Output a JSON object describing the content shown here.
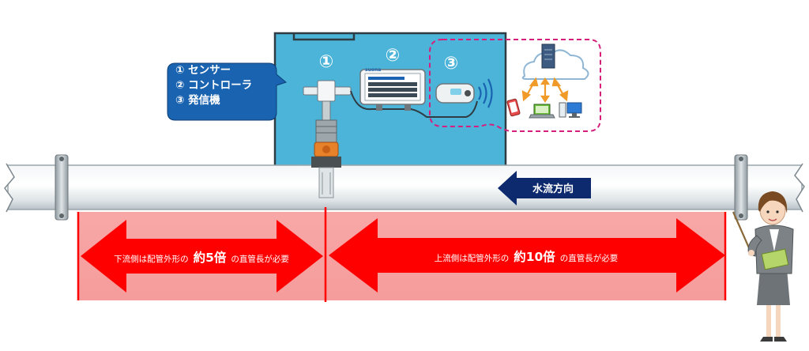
{
  "callout": {
    "items": [
      "① センサー",
      "② コントローラ",
      "③ 発信機"
    ]
  },
  "device_numbers": [
    "①",
    "②",
    "③"
  ],
  "controller_brand": "suona",
  "direction_label": "水流方向",
  "downstream": {
    "prefix": "下流側は配管外形の",
    "highlight": "約5倍",
    "suffix": "の直管長が必要"
  },
  "upstream": {
    "prefix": "上流側は配管外形の",
    "highlight": "約10倍",
    "suffix": "の直管長が必要"
  },
  "colors": {
    "box_blue": "#4bb4d8",
    "callout_blue": "#1a63b0",
    "arrow_red": "#ff0000",
    "zone_pink": "#f7a3a3",
    "direction_navy": "#0e2a6e",
    "dashed_magenta": "#d61f7c"
  },
  "icons": [
    "server-icon",
    "cloud-icon",
    "smartphone-icon",
    "laptop-icon",
    "desktop-icon",
    "wireless-signal-icon"
  ]
}
